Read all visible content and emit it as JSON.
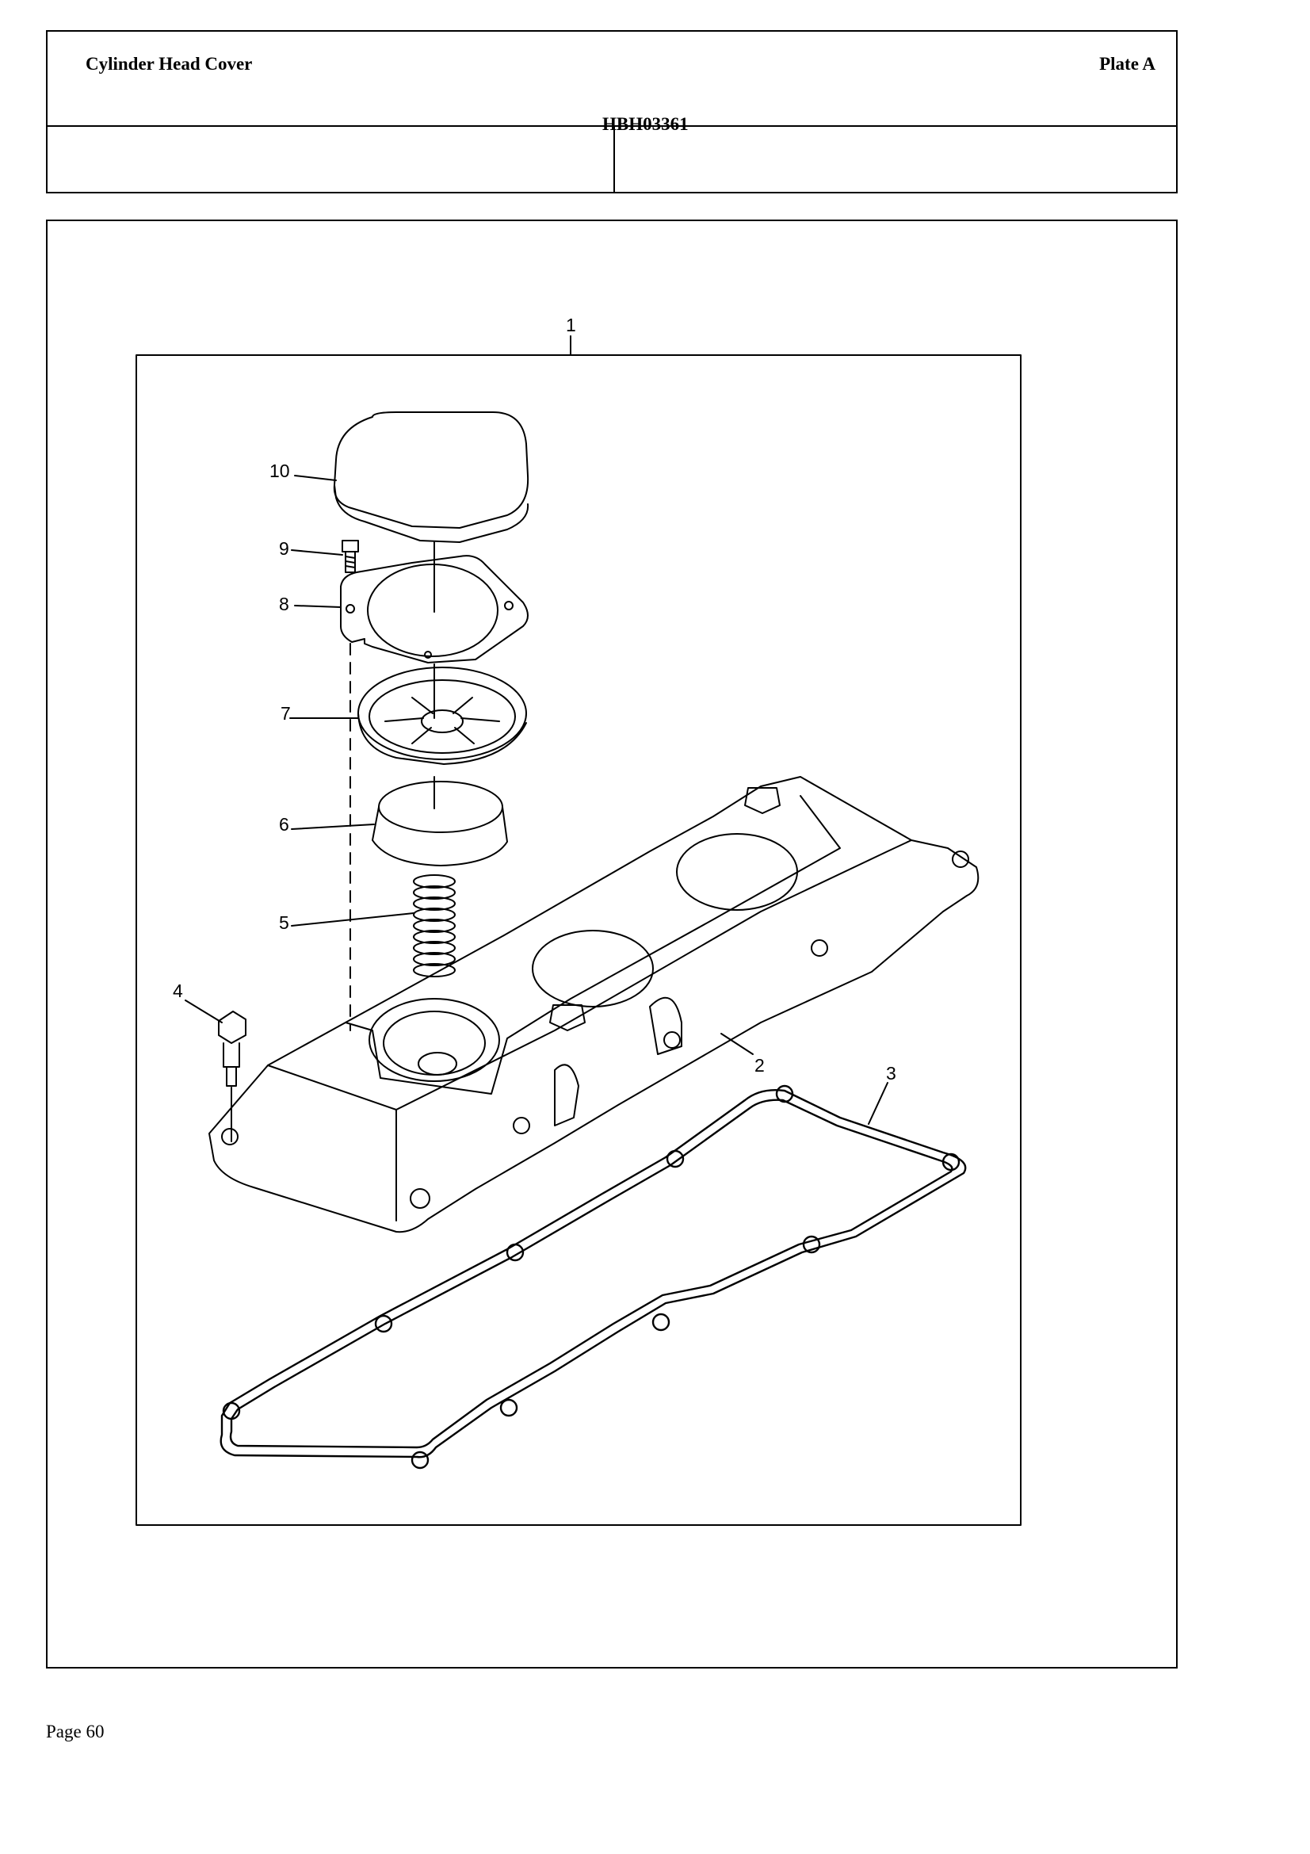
{
  "header": {
    "title": "Cylinder Head Cover",
    "plate": "Plate A",
    "code": "HBH03361"
  },
  "callouts": [
    {
      "label": "1"
    },
    {
      "label": "10"
    },
    {
      "label": "9"
    },
    {
      "label": "8"
    },
    {
      "label": "7"
    },
    {
      "label": "6"
    },
    {
      "label": "5"
    },
    {
      "label": "4"
    },
    {
      "label": "2"
    },
    {
      "label": "3"
    }
  ],
  "footer": {
    "page": "Page 60"
  }
}
